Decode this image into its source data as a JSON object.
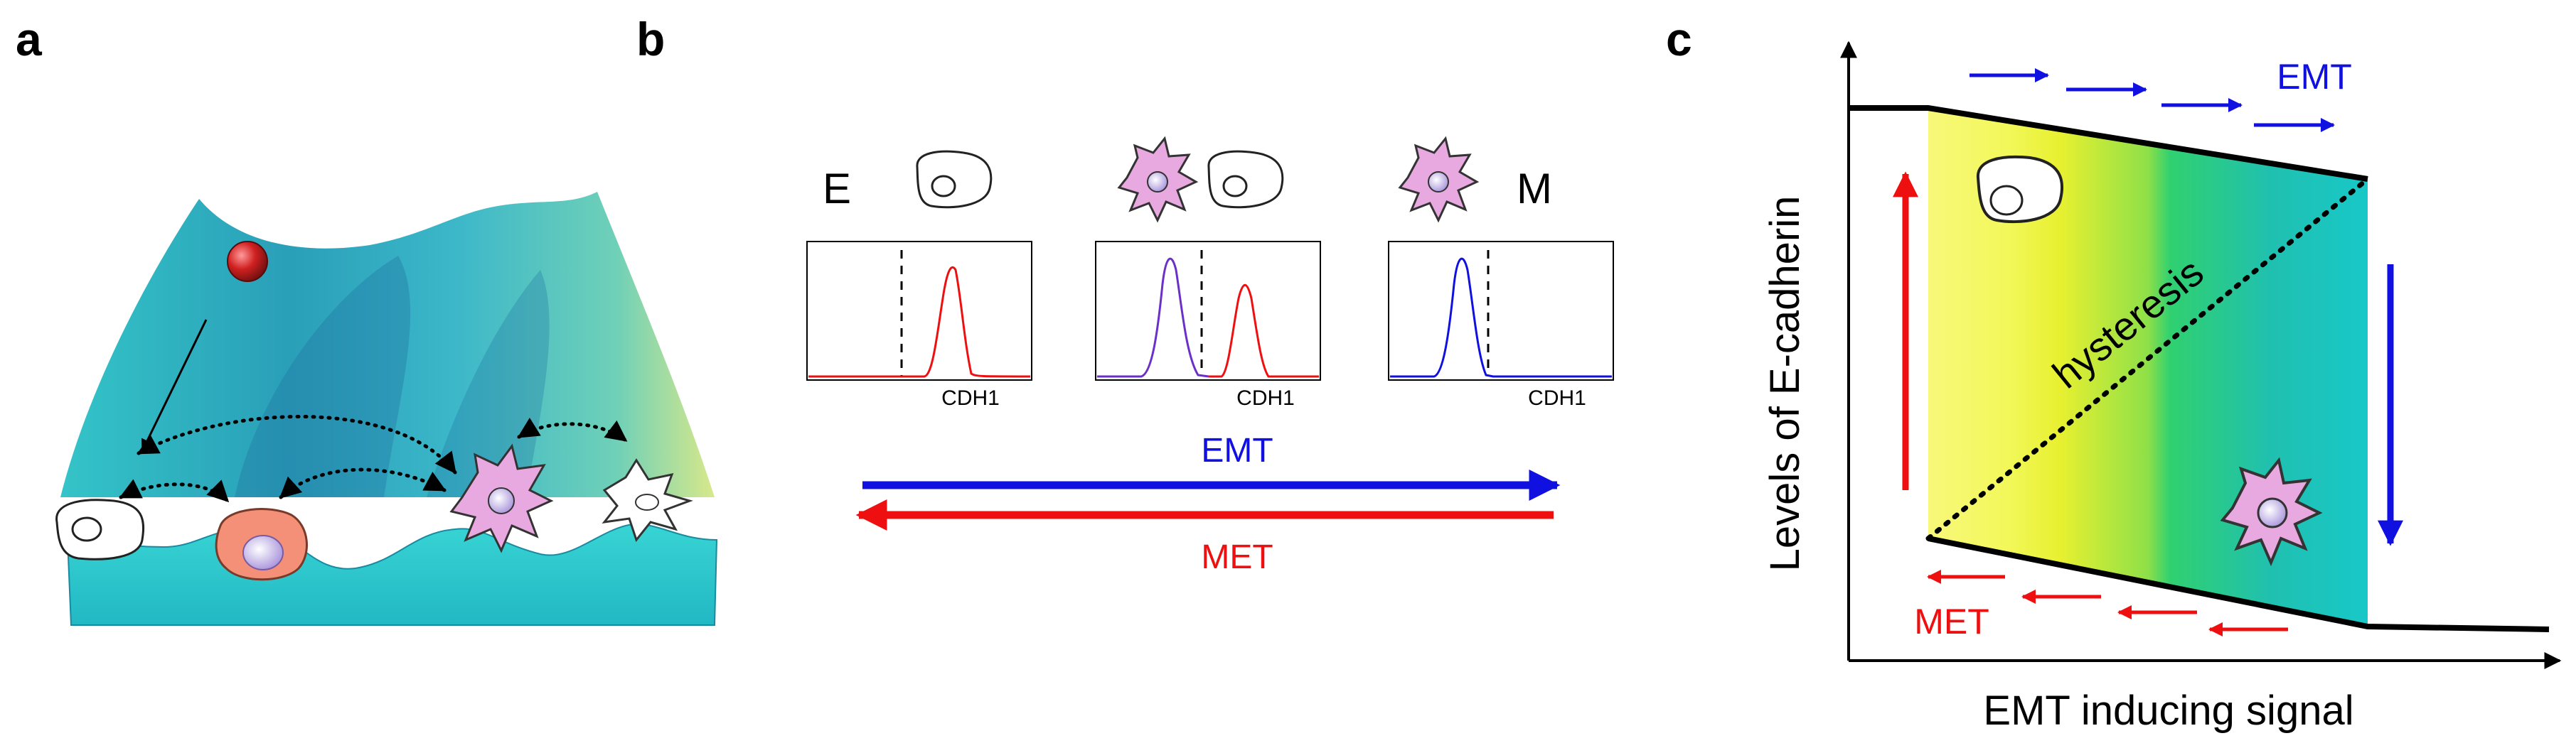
{
  "panels": {
    "a": {
      "letter": "a"
    },
    "b": {
      "letter": "b",
      "states": [
        {
          "label": "E"
        },
        {
          "label": ""
        },
        {
          "label": "M"
        }
      ],
      "histograms": [
        {
          "xlabel": "CDH1"
        },
        {
          "xlabel": "CDH1"
        },
        {
          "xlabel": "CDH1"
        }
      ],
      "emt_label": "EMT",
      "met_label": "MET"
    },
    "c": {
      "letter": "c",
      "ylabel": "Levels of E-cadherin",
      "xlabel": "EMT inducing signal",
      "emt_label": "EMT",
      "met_label": "MET",
      "hysteresis_label": "hysteresis"
    }
  },
  "colors": {
    "emt_arrow": "#1010e0",
    "met_arrow": "#ee1010",
    "landscape": "#2ec8c8",
    "cell_mesenchymal": "#e8a8e0",
    "cell_hybrid": "#f49078",
    "ball": "#c81818"
  }
}
